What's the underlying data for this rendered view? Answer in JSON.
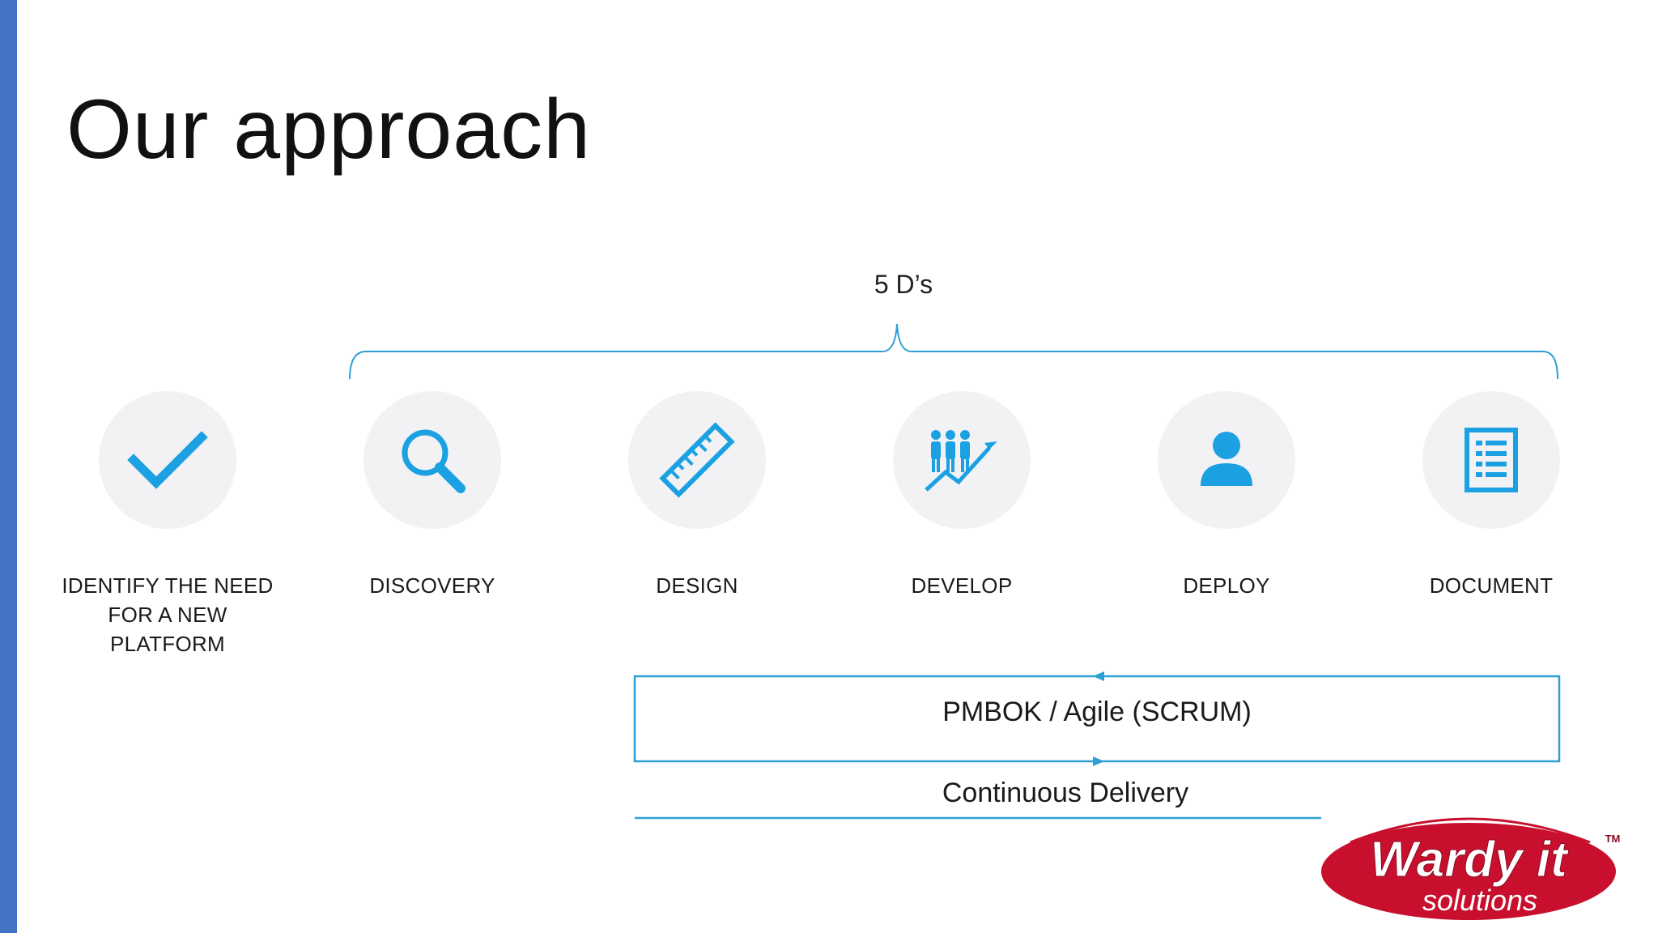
{
  "slide": {
    "title": "Our approach",
    "subtitle": "5 D’s",
    "accent_color": "#4472c4",
    "icon_color": "#1ba1e2"
  },
  "steps": [
    {
      "icon": "checkmark-icon",
      "label": "IDENTIFY THE NEED FOR A NEW PLATFORM"
    },
    {
      "icon": "magnifier-icon",
      "label": "DISCOVERY"
    },
    {
      "icon": "ruler-icon",
      "label": "DESIGN"
    },
    {
      "icon": "team-growth-icon",
      "label": "DEVELOP"
    },
    {
      "icon": "person-icon",
      "label": "DEPLOY"
    },
    {
      "icon": "document-list-icon",
      "label": "DOCUMENT"
    }
  ],
  "process": {
    "cycle_label": "PMBOK / Agile (SCRUM)",
    "delivery_label": "Continuous Delivery"
  },
  "logo": {
    "brand": "Wardy it",
    "tagline": "solutions",
    "mark": "TM"
  }
}
